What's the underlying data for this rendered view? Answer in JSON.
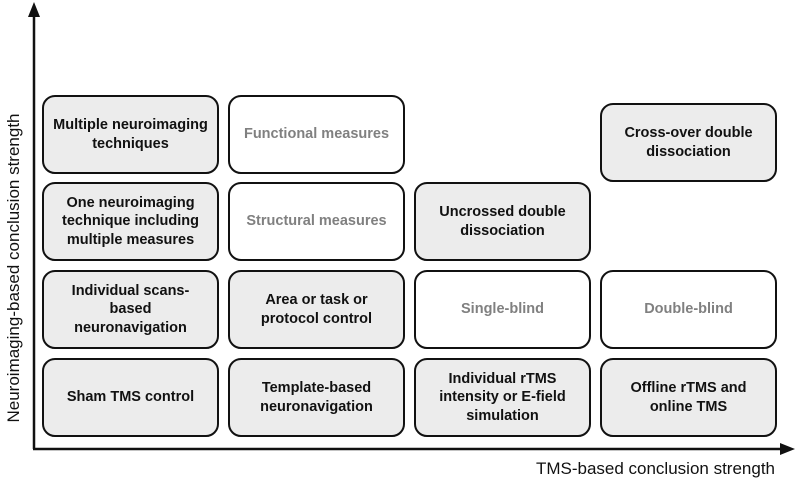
{
  "axes": {
    "y_label": "Neuroimaging-based conclusion strength",
    "x_label": "TMS-based conclusion strength"
  },
  "boxes": {
    "multiple_neuroimaging": "Multiple neuroimaging techniques",
    "functional_measures": "Functional measures",
    "crossover_double_dissociation": "Cross-over double dissociation",
    "one_neuroimaging_technique": "One neuroimaging technique including multiple measures",
    "structural_measures": "Structural measures",
    "uncrossed_double_dissociation": "Uncrossed double dissociation",
    "individual_scans_neuronavigation": "Individual scans-based neuronavigation",
    "area_task_protocol_control": "Area or task or protocol control",
    "single_blind": "Single-blind",
    "double_blind": "Double-blind",
    "sham_tms_control": "Sham TMS control",
    "template_neuronavigation": "Template-based neuronavigation",
    "individual_rtms_intensity": "Individual rTMS intensity or E-field simulation",
    "offline_online_tms": "Offline rTMS and online TMS"
  }
}
